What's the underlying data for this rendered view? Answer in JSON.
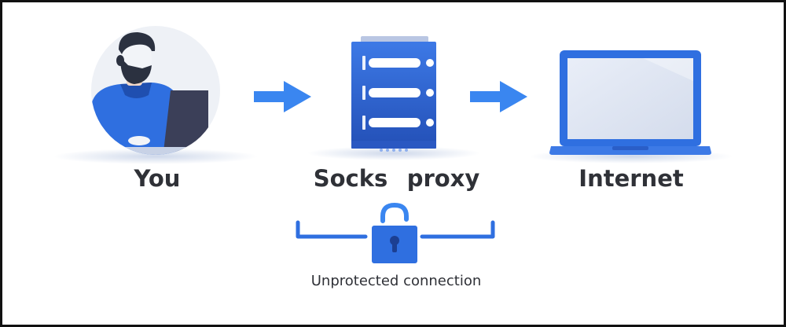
{
  "nodes": [
    {
      "id": "you",
      "label": "You",
      "icon": "user-at-laptop-icon"
    },
    {
      "id": "proxy",
      "label_parts": [
        "Socks",
        "proxy"
      ],
      "icon": "server-rack-icon"
    },
    {
      "id": "internet",
      "label": "Internet",
      "icon": "laptop-icon"
    }
  ],
  "connection": {
    "caption": "Unprotected connection",
    "icon": "unlocked-padlock-icon"
  },
  "colors": {
    "primary_blue": "#2f6fe0",
    "dark_blue": "#1f4fb0",
    "arrow_blue": "#3a86f0",
    "text": "#2f3137"
  }
}
